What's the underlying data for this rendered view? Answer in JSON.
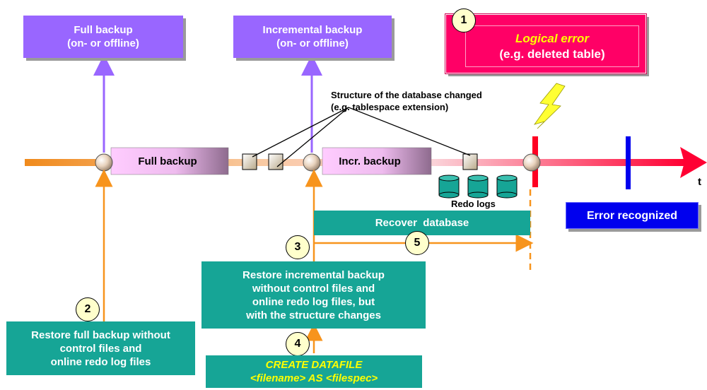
{
  "top_boxes": {
    "full_backup": {
      "line1": "Full backup",
      "line2": "(on- or offline)"
    },
    "incremental_backup": {
      "line1": "Incremental backup",
      "line2": "(on- or offline)"
    }
  },
  "logical_error": {
    "number": "1",
    "line1": "Logical error",
    "line2": "(e.g. deleted table)"
  },
  "structure_note": {
    "line1": "Structure of the database changed",
    "line2": "(e.g. tablespace extension)"
  },
  "timeline": {
    "full_backup_label": "Full backup",
    "incr_backup_label": "Incr. backup",
    "redo_logs_label": "Redo logs",
    "axis_label": "t"
  },
  "error_recognized": "Error recognized",
  "recover_database": "Recover  database",
  "steps": [
    {
      "number": "2",
      "lines": [
        "Restore full backup without",
        "control files and",
        "online redo log files"
      ]
    },
    {
      "number": "3",
      "lines": [
        "Restore incremental backup",
        "without control files and",
        "online redo log files, but",
        "with the structure changes"
      ]
    },
    {
      "number": "4",
      "lines": [
        "CREATE DATAFILE",
        "<filename> AS <filespec>"
      ]
    },
    {
      "number": "5"
    }
  ],
  "colors": {
    "purple": "#9966ff",
    "teal": "#16a596",
    "error_box": "#ff0066",
    "orange": "#f7941d",
    "blue": "#0000ee"
  }
}
